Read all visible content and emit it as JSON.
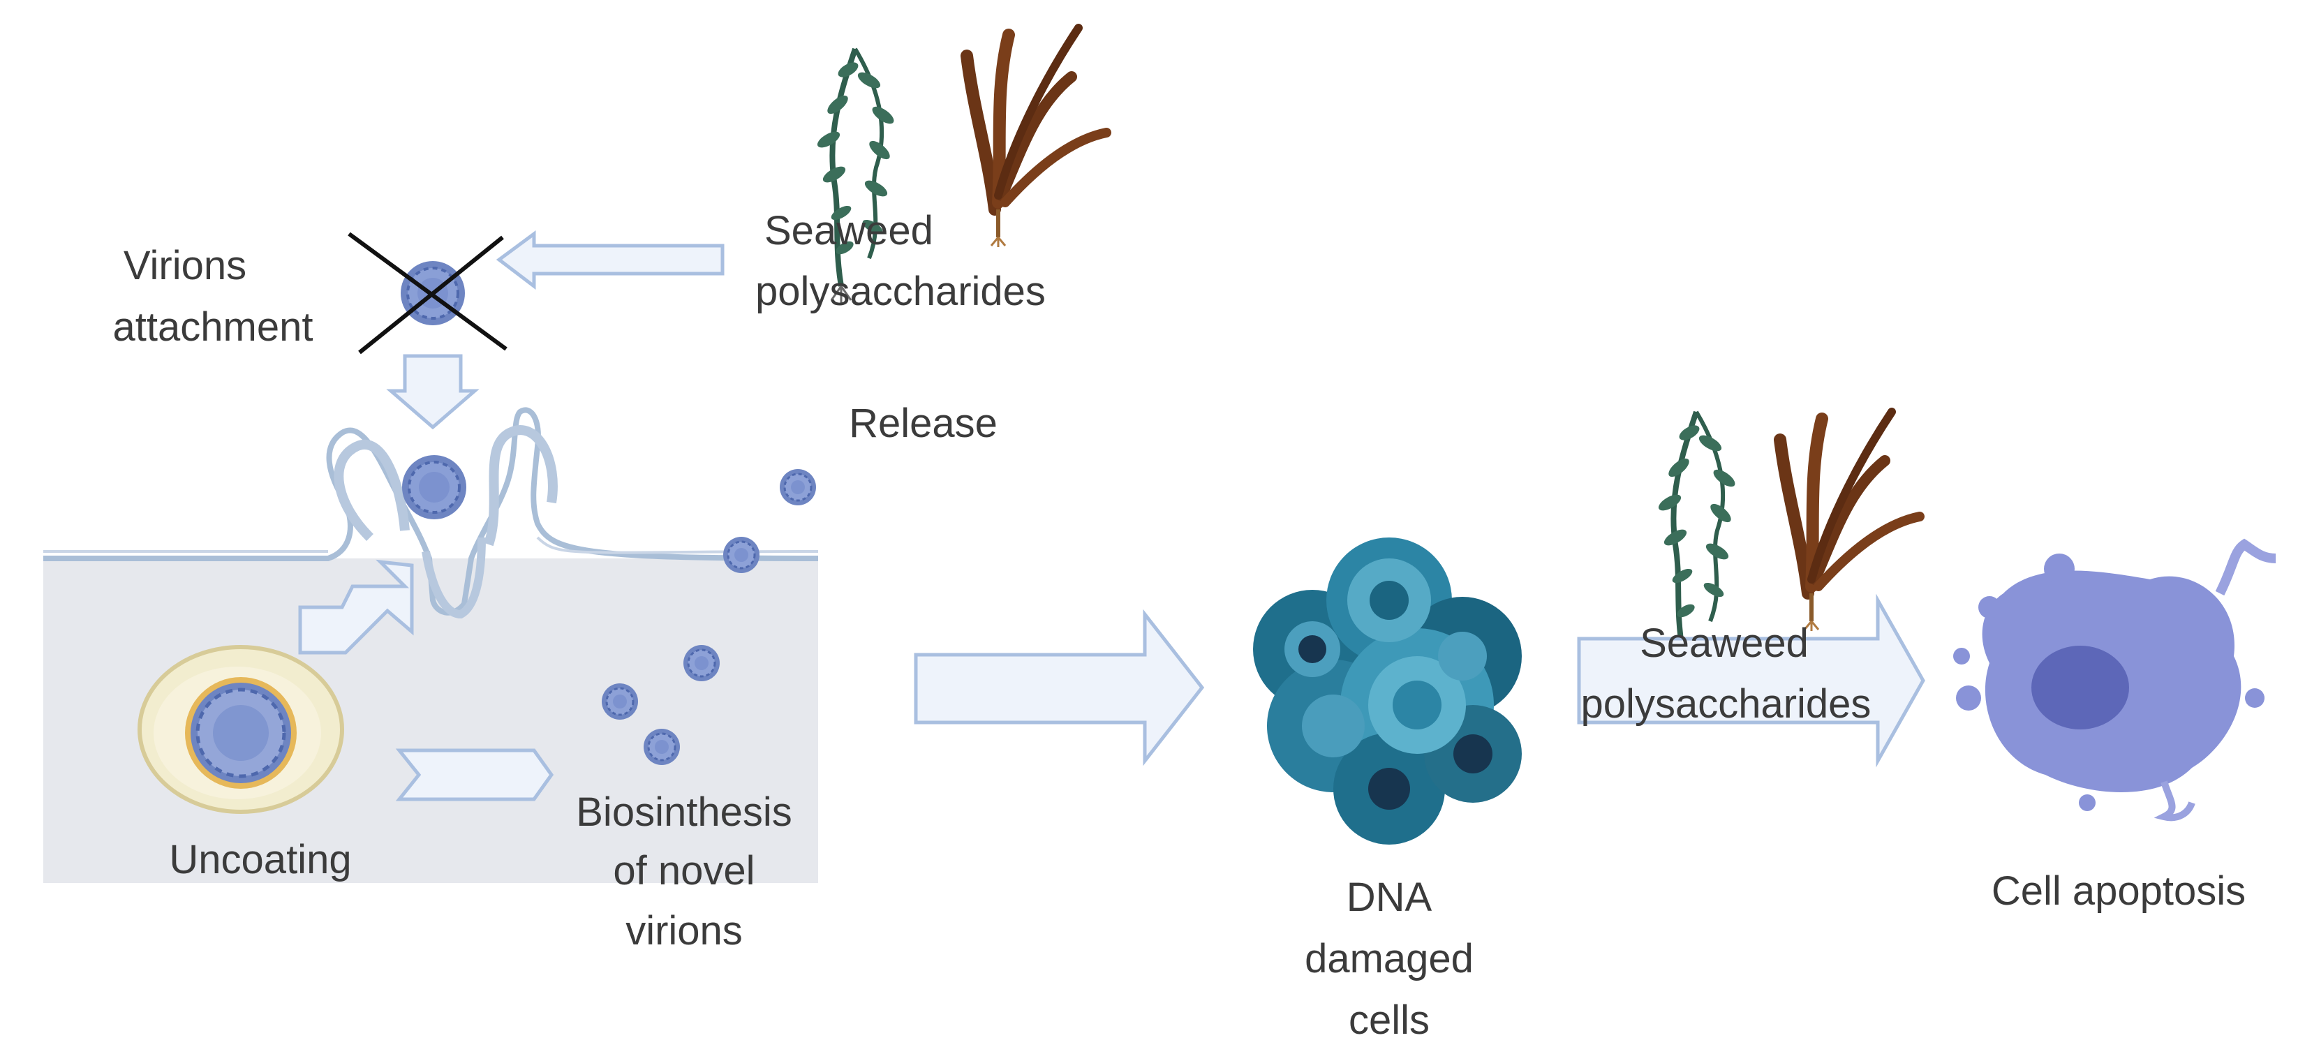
{
  "labels": {
    "seaweed_top_1": "Seaweed",
    "seaweed_top_2": "polysaccharides",
    "virions_1": "Virions",
    "virions_2": "attachment",
    "release": "Release",
    "uncoating": "Uncoating",
    "biosynthesis_1": "Biosinthesis",
    "biosynthesis_2": "of novel",
    "biosynthesis_3": "virions",
    "dna_1": "DNA",
    "dna_2": "damaged",
    "dna_3": "cells",
    "seaweed_right_1": "Seaweed",
    "seaweed_right_2": "polysaccharides",
    "apoptosis": "Cell apoptosis"
  },
  "colors": {
    "text": "#3b3b3b",
    "cell_fill": "#e6e8ed",
    "membrane": "#a9bed7",
    "arrow_fill": "#eef3fb",
    "arrow_stroke": "#a9bfe0",
    "virion": "#6e85c2",
    "virion_dark": "#3f5a9c",
    "green_seaweed": "#2f5e4d",
    "brown_seaweed": "#6b3516",
    "damaged_cells": "#2f7f9a",
    "apoptotic_cell": "#8993d8"
  },
  "icons": [
    "virion-icon",
    "cross-icon",
    "green-seaweed-icon",
    "brown-seaweed-icon",
    "damaged-cells-icon",
    "apoptotic-cell-icon",
    "endosome-icon"
  ]
}
